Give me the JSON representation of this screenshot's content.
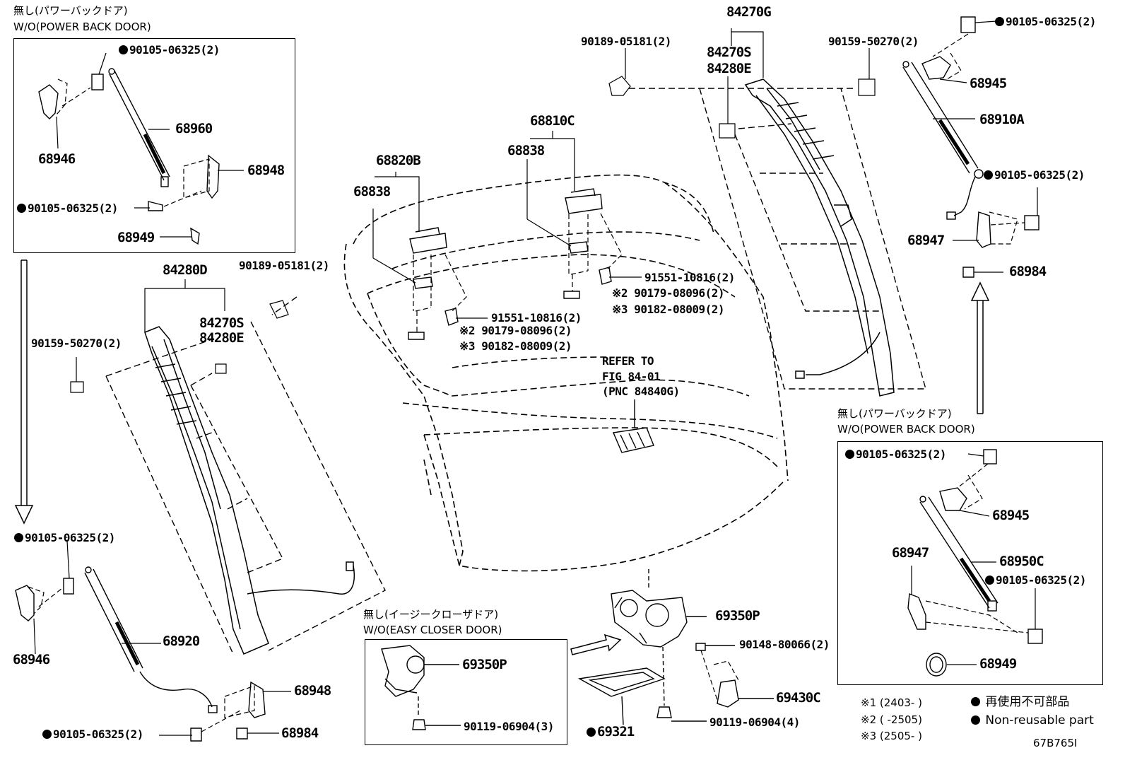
{
  "boxes": {
    "top_left": {
      "title_jp": "無し(パワーバックドア)",
      "title_en": "W/O(POWER BACK DOOR)"
    },
    "right": {
      "title_jp": "無し(パワーバックドア)",
      "title_en": "W/O(POWER BACK DOOR)"
    },
    "bottom_center": {
      "title_jp": "無し(イージークローザドア)",
      "title_en": "W/O(EASY CLOSER DOOR)"
    }
  },
  "labels": {
    "tl_bolt_top": "90105-06325(2)",
    "tl_68960": "68960",
    "tl_68946": "68946",
    "tl_68948": "68948",
    "tl_bolt_bottom": "90105-06325(2)",
    "tl_68949": "68949",
    "l_84280D": "84280D",
    "l_90189": "90189-05181(2)",
    "l_84270S": "84270S",
    "l_84280E": "84280E",
    "l_90159": "90159-50270(2)",
    "bl_bolt_top": "90105-06325(2)",
    "bl_68946": "68946",
    "bl_68920": "68920",
    "bl_68948": "68948",
    "bl_bolt_bottom": "90105-06325(2)",
    "bl_68984": "68984",
    "c_68820B": "68820B",
    "c_68838_left": "68838",
    "c_91551_left": "91551-10816(2)",
    "c_90179_left": "90179-08096(2)",
    "c_90182_left": "90182-08009(2)",
    "c_68810C": "68810C",
    "c_68838_right": "68838",
    "c_91551_right": "91551-10816(2)",
    "c_90179_right": "90179-08096(2)",
    "c_90182_right": "90182-08009(2)",
    "mark2": "※2",
    "mark3": "※3",
    "refer_1": "REFER TO",
    "refer_2": "FIG 84-01",
    "refer_3": "(PNC 84840G)",
    "t_84270G": "84270G",
    "t_84270S": "84270S",
    "t_84280E": "84280E",
    "t_90189": "90189-05181(2)",
    "t_90159": "90159-50270(2)",
    "tr_bolt_top": "90105-06325(2)",
    "tr_68945": "68945",
    "tr_68910A": "68910A",
    "tr_bolt_mid": "90105-06325(2)",
    "tr_68947": "68947",
    "tr_68984": "68984",
    "r_bolt_top": "90105-06325(2)",
    "r_68945": "68945",
    "r_68947": "68947",
    "r_68950C": "68950C",
    "r_bolt_bottom": "90105-06325(2)",
    "r_68949": "68949",
    "b_69350P_main": "69350P",
    "b_90148": "90148-80066(2)",
    "b_69430C": "69430C",
    "b_90119_main": "90119-06904(4)",
    "b_69321": "69321",
    "b_69350P_box": "69350P",
    "b_90119_box": "90119-06904(3)"
  },
  "legend": {
    "n1": "※1 (2403-     )",
    "n2": "※2 (     -2505)",
    "n3": "※3 (2505-     )",
    "jp": "再使用不可部品",
    "en": "Non-reusable part",
    "code": "67B765I"
  }
}
